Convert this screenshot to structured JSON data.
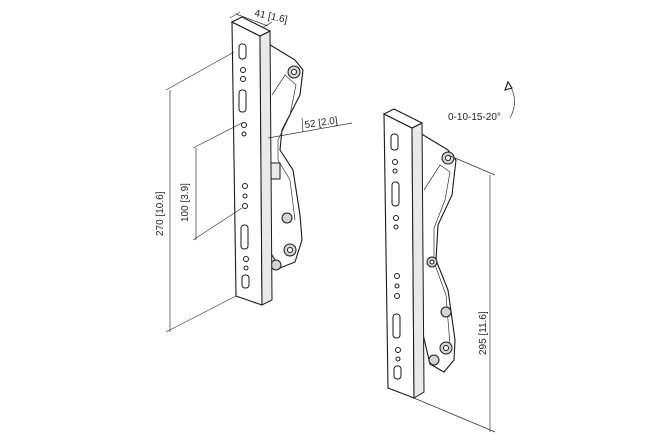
{
  "dimensions": {
    "width_top": "41 [1.6]",
    "depth": "52 [2.0]",
    "hole_spacing": "100 [3.9]",
    "height_left": "270 [10.6]",
    "height_right": "295 [11.6]"
  },
  "tilt_label": "0-10-15-20°",
  "colors": {
    "line": "#1a1a1a",
    "background": "#ffffff"
  }
}
